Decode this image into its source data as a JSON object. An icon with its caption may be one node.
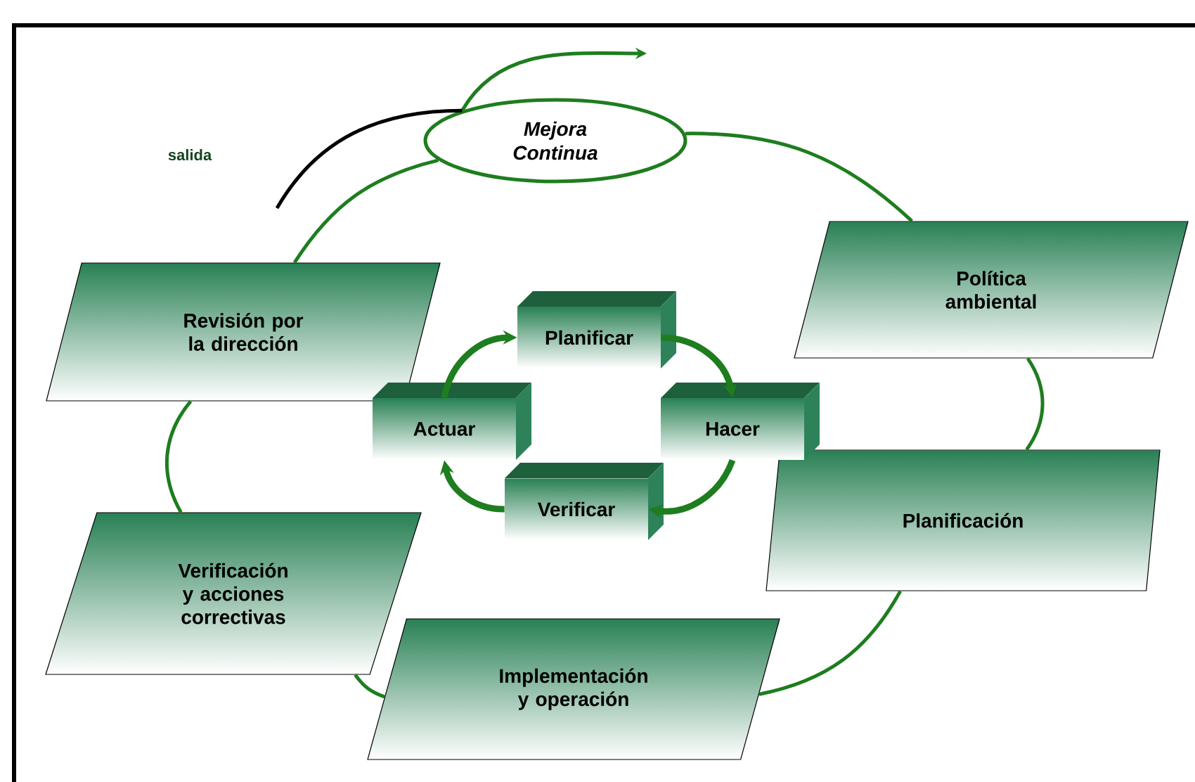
{
  "diagram": {
    "nodes": [
      {
        "text": [
          "Mejora Continua"
        ]
      },
      {
        "text": [
          "Política ambiental"
        ]
      },
      {
        "text": [
          "Planificación"
        ]
      },
      {
        "text": [
          "Implementación y operación"
        ]
      },
      {
        "text": [
          "Verificación y acciones correctivas"
        ]
      },
      {
        "text": [
          "Revisión por la dirección"
        ]
      },
      {
        "text": [
          "Planificar"
        ]
      },
      {
        "text": [
          "Hacer"
        ]
      },
      {
        "text": [
          "Verificar"
        ]
      },
      {
        "text": [
          "Actuar"
        ]
      }
    ],
    "edges": [
      {
        "from": 0,
        "to": 1,
        "arrow": "none"
      },
      {
        "from": 1,
        "to": 2,
        "arrow": "none"
      },
      {
        "from": 2,
        "to": 3,
        "arrow": "none"
      },
      {
        "from": 3,
        "to": 4,
        "arrow": "none"
      },
      {
        "from": 4,
        "to": 5,
        "arrow": "none"
      },
      {
        "from": 5,
        "to": 0,
        "arrow": "none"
      },
      {
        "from": 0,
        "to": null,
        "arrow": "to"
      },
      {
        "from": null,
        "to": 0,
        "arrow": "none",
        "color": "#000000"
      },
      {
        "from": 6,
        "to": 7,
        "arrow": "to",
        "style": "thick"
      },
      {
        "from": 7,
        "to": 8,
        "arrow": "to",
        "style": "thick"
      },
      {
        "from": 8,
        "to": 9,
        "arrow": "to",
        "style": "thick"
      },
      {
        "from": 9,
        "to": 6,
        "arrow": "to",
        "style": "thick"
      }
    ],
    "labels": [
      "salida"
    ]
  }
}
